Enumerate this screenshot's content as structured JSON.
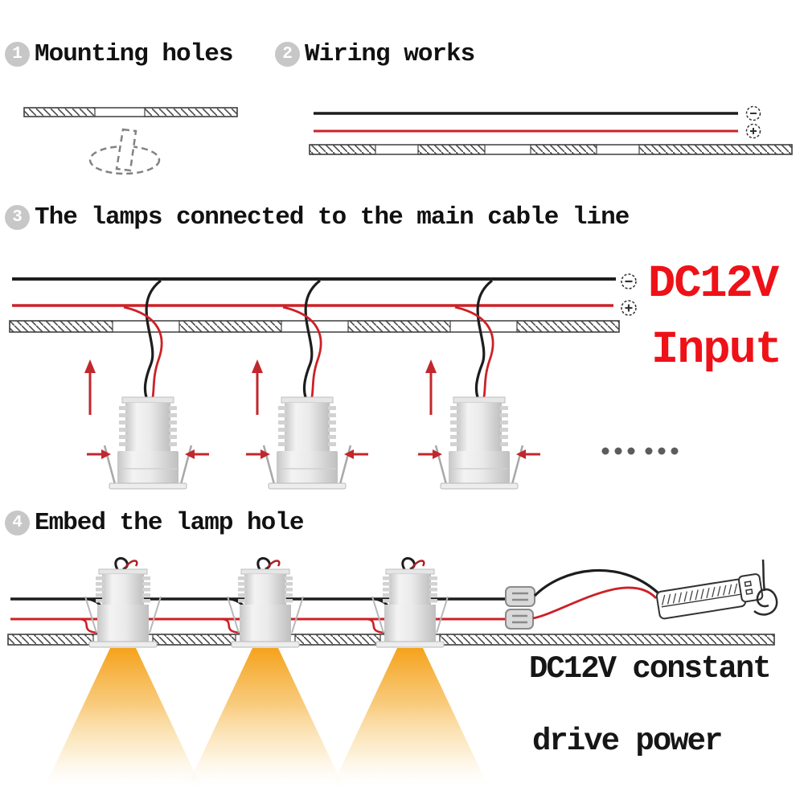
{
  "steps": [
    {
      "number": "1",
      "label": "Mounting holes"
    },
    {
      "number": "2",
      "label": "Wiring works"
    },
    {
      "number": "3",
      "label": "The lamps connected to the main cable line"
    },
    {
      "number": "4",
      "label": "Embed the lamp hole"
    }
  ],
  "annotations": {
    "dc_input_line1": "DC12V",
    "dc_input_line2": "Input",
    "driver_line1": "DC12V constant",
    "driver_line2": "drive power"
  },
  "icons": {
    "negative_terminal": "⊖",
    "positive_terminal": "⊕",
    "continuation_dots": "••• •••"
  },
  "colors": {
    "wire_black": "#1d1d1d",
    "wire_red": "#cc2127",
    "arrow_red": "#c1272d",
    "label_red": "#ee1117",
    "cone_orange": "#f5a016",
    "badge_gray": "#c7c7c7"
  }
}
